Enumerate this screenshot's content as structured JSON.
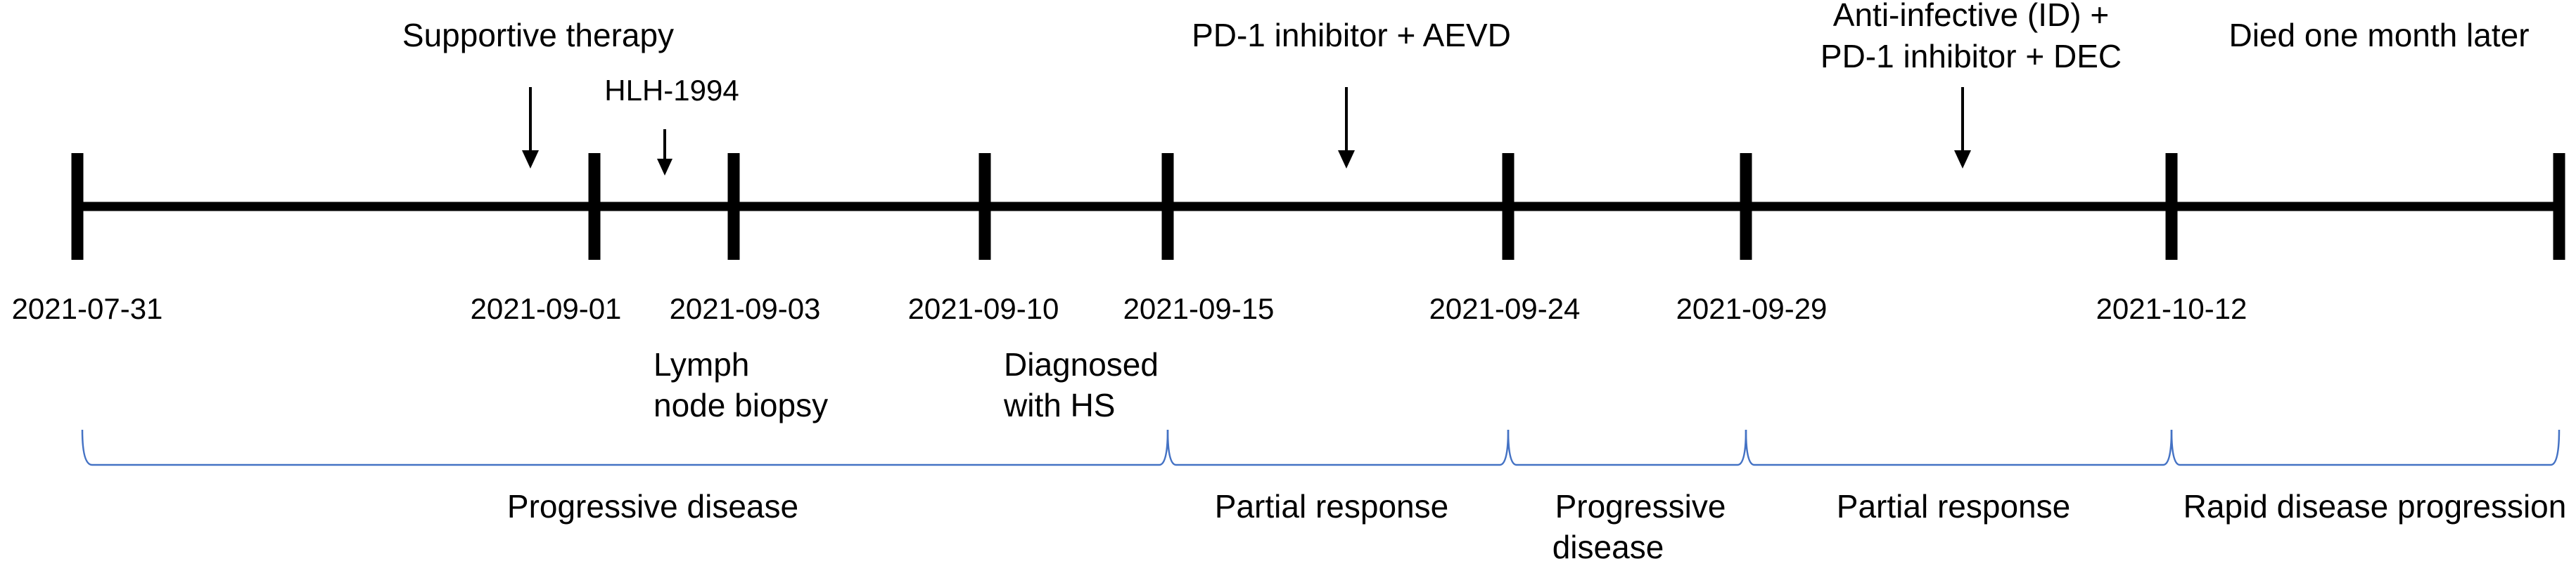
{
  "timeline": {
    "dates": [
      "2021-07-31",
      "2021-09-01",
      "2021-09-03",
      "2021-09-10",
      "2021-09-15",
      "2021-09-24",
      "2021-09-29",
      "2021-10-12"
    ],
    "event_labels": {
      "supportive": "Supportive therapy",
      "hlh": "HLH-1994",
      "pd1_aevd": "PD-1 inhibitor + AEVD",
      "anti_infective_line1": "Anti-infective (ID) +",
      "anti_infective_line2": "PD-1 inhibitor + DEC",
      "died": "Died one month later"
    },
    "milestones": {
      "biopsy_line1": "Lymph",
      "biopsy_line2": "node biopsy",
      "diagnosed_line1": "Diagnosed",
      "diagnosed_line2": "with HS"
    },
    "phases": {
      "phase1": "Progressive disease",
      "phase2": "Partial response",
      "phase3_line1": "Progressive",
      "phase3_line2": "disease",
      "phase4": "Partial response",
      "phase5": "Rapid disease progression"
    },
    "colors": {
      "axis": "#000000",
      "bracket": "#4472C4",
      "text": "#000000"
    }
  }
}
